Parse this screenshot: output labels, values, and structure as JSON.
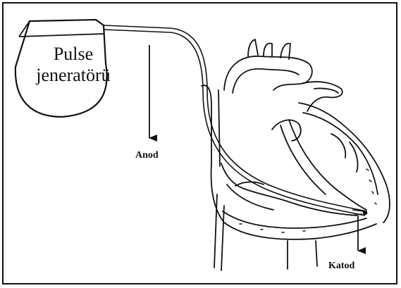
{
  "generator": {
    "label_line1": "Pulse",
    "label_line2": "jeneratörü"
  },
  "labels": {
    "anode": "Anod",
    "cathode": "Katod"
  },
  "colors": {
    "line": "#111111",
    "background": "#ffffff"
  }
}
